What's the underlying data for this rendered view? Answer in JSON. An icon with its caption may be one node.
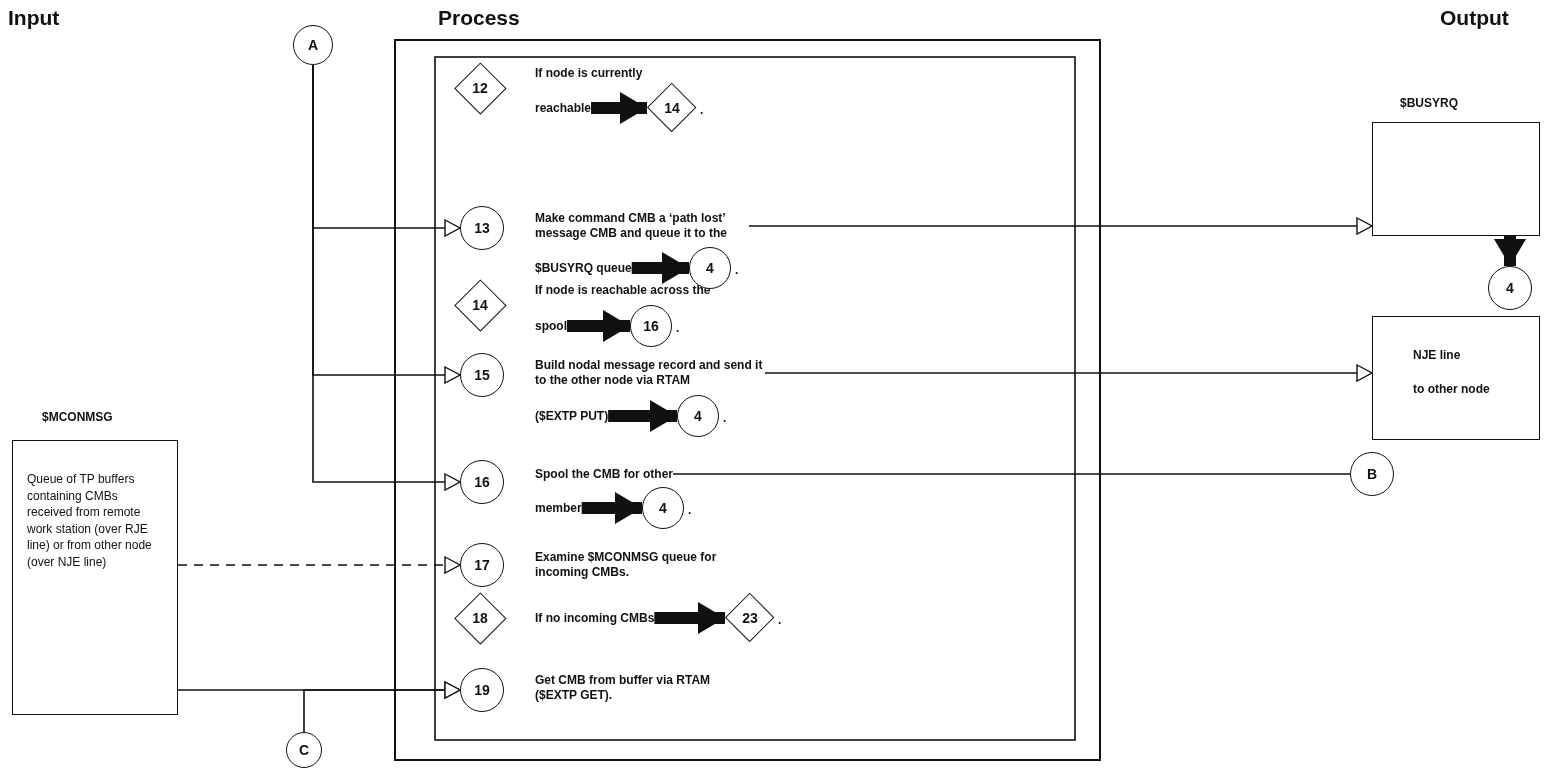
{
  "diagram": {
    "nodes": [
      {
        "text": [
          "A"
        ]
      },
      {
        "text": [
          "12"
        ]
      },
      {
        "text": [
          "reachable"
        ]
      },
      {
        "text": [
          "14"
        ],
        "beside": [
          "."
        ]
      },
      {
        "text": [
          "13"
        ]
      },
      {
        "text": [
          "Make command CMB a ‘path lost’ message CMB and queue it to the"
        ]
      },
      {
        "text": [
          "$BUSYRQ queue"
        ]
      },
      {
        "text": [
          "4"
        ],
        "beside": [
          "."
        ]
      },
      {
        "text": [
          "14"
        ]
      },
      {
        "text": [
          "spool"
        ]
      },
      {
        "text": [
          "16"
        ],
        "beside": [
          "."
        ]
      },
      {
        "text": [
          "15"
        ]
      },
      {
        "text": [
          "Build nodal message record and send it to the other node via RTAM"
        ]
      },
      {
        "text": [
          "($EXTP PUT)"
        ]
      },
      {
        "text": [
          "4"
        ],
        "beside": [
          "."
        ]
      },
      {
        "text": [
          "16"
        ]
      },
      {
        "text": [
          "Spool the CMB for other"
        ]
      },
      {
        "text": [
          "member"
        ]
      },
      {
        "text": [
          "4"
        ],
        "beside": [
          "."
        ]
      },
      {
        "text": [
          "17"
        ]
      },
      {
        "text": [
          "18"
        ]
      },
      {
        "text": [
          "If no incoming CMBs"
        ]
      },
      {
        "text": [
          "23"
        ],
        "beside": [
          "."
        ]
      },
      {
        "text": [
          "19"
        ],
        "beside": [
          "Get CMB from buffer via RTAM ($EXTP GET)."
        ]
      },
      {
        "text": [
          "$MCONMSG",
          "Queue of TP buffers containing CMBs received from remote work station (over RJE line) or from other node (over NJE line)"
        ]
      },
      {
        "text": [
          "C"
        ]
      },
      {
        "text": [
          "$BUSYRQ"
        ]
      },
      {
        "text": [
          "4"
        ]
      },
      {
        "text": [
          "NJE line",
          "to other node"
        ]
      },
      {
        "text": [
          "B"
        ]
      }
    ],
    "edges": [
      {
        "from": 0,
        "to": 4,
        "arrow": "to"
      },
      {
        "from": 0,
        "to": 11,
        "arrow": "to"
      },
      {
        "from": 0,
        "to": 15,
        "arrow": "to"
      },
      {
        "from": 2,
        "to": 3,
        "arrow": "to",
        "style": "thick"
      },
      {
        "from": 5,
        "to": 26,
        "arrow": "to"
      },
      {
        "from": 6,
        "to": 7,
        "arrow": "to",
        "style": "thick"
      },
      {
        "from": 9,
        "to": 10,
        "arrow": "to",
        "style": "thick"
      },
      {
        "from": 12,
        "to": 28,
        "arrow": "to"
      },
      {
        "from": 13,
        "to": 14,
        "arrow": "to",
        "style": "thick"
      },
      {
        "from": 16,
        "to": 29,
        "arrow": "none"
      },
      {
        "from": 17,
        "to": 18,
        "arrow": "to",
        "style": "thick"
      },
      {
        "from": 24,
        "to": 19,
        "arrow": "to",
        "style": "dashed"
      },
      {
        "from": 21,
        "to": 22,
        "arrow": "to",
        "style": "thick"
      },
      {
        "from": 24,
        "to": 23,
        "arrow": "to"
      },
      {
        "from": 25,
        "to": 23,
        "arrow": "to"
      },
      {
        "from": 26,
        "to": 27,
        "arrow": "to",
        "style": "thick"
      }
    ],
    "labels": [
      "Input",
      "Process",
      "Output",
      "If node is currently",
      "If node is reachable across the",
      "Examine $MCONMSG queue for incoming CMBs."
    ]
  }
}
